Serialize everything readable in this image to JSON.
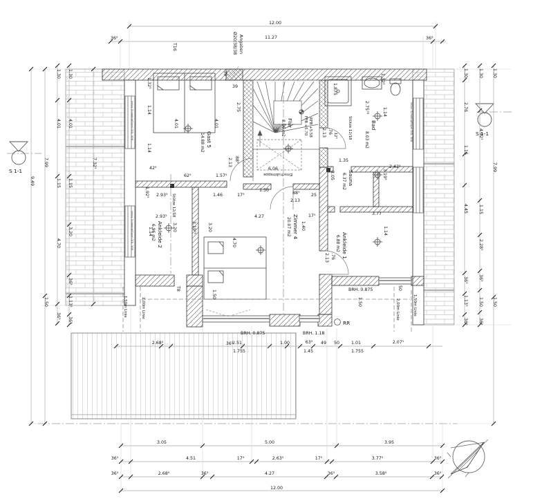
{
  "dims_top": [
    "12.00",
    "36⁵",
    "11.27",
    "36⁵"
  ],
  "dims_bottom": {
    "row1": [
      "3.05",
      "5.00",
      "3.95"
    ],
    "row2": [
      "36⁵",
      "4.51",
      "17⁵",
      "2.63⁵",
      "17⁵",
      "3.77⁵",
      "36⁵"
    ],
    "row3": [
      "36⁵",
      "2.68⁵",
      "36⁵",
      "4.27",
      "36⁵",
      "3.58⁵",
      "36⁵"
    ],
    "row4": [
      "12.00"
    ]
  },
  "dims_left": {
    "c1": [
      "9.49"
    ],
    "c2": [
      "7.99",
      "1.50"
    ],
    "c3": [
      "1.30",
      "4.01",
      "1.15",
      "4.70",
      "36⁵"
    ],
    "c4": [
      "1.30",
      "4.01",
      "1.15",
      "3.20",
      "36⁵",
      "1.13⁵",
      "36⁵"
    ],
    "c5": [
      "7.32⁵"
    ]
  },
  "dims_right": {
    "c1": [
      "1.30",
      "2.76",
      "1.15",
      "4.45",
      "36⁵",
      "1.13⁵",
      "36⁵"
    ],
    "c2": [
      "1.30",
      "4.92⁵",
      "1.15",
      "2.28⁵",
      "36⁵",
      "1.50",
      "36⁵"
    ],
    "c3": [
      "1.30",
      "7.99",
      "1.50"
    ]
  },
  "dims_lower": [
    "2.68⁵",
    "36⁵",
    "2.51",
    "1.755",
    "1.00",
    "63⁵",
    "1.45",
    "49",
    "50",
    "1.01",
    "1.755",
    "2.07⁵"
  ],
  "rooms": [
    {
      "name": "Gast 5",
      "area": "14.88 m2"
    },
    {
      "name": "Flur",
      "area": "8.56 m2"
    },
    {
      "name": "Bad",
      "area": "8.03 m2"
    },
    {
      "name": "Sauna",
      "area": "6.37 m2"
    },
    {
      "name": "Zimmer 4",
      "area": "20.07 m2"
    },
    {
      "name": "Ankleide 1",
      "area": "6.88 m2"
    },
    {
      "name": "Ankleide 2",
      "area": "6.96 m2"
    }
  ],
  "inner_dims": [
    "1.32⁵",
    "1.14",
    "1.14",
    "4.01",
    "4.01",
    "2.75",
    "39",
    "39",
    "42⁵",
    "62⁵",
    "1.57⁵",
    "2.13",
    "88⁵",
    "2.93⁵",
    "2.93⁵",
    "1.92⁵",
    "3.20",
    "1.14",
    "3.19⁷⁵",
    "3.20",
    "4.70",
    "1.50",
    "1.46",
    "17⁵",
    "1.50",
    "88⁵",
    "2.13",
    "25",
    "4.27",
    "17⁵",
    "2.13",
    ".76",
    ".12⁵",
    "1.875",
    "1.35",
    "6.06",
    "2.05",
    "3.19⁵",
    "2.42⁵",
    "2.75⁷⁸",
    "1.14",
    "1.32⁵",
    "1.40",
    "3.77",
    "1.14",
    "2.13",
    ".76",
    "1.50",
    "50"
  ],
  "annotations": {
    "angaben": "Angaben",
    "spec": "Ø20/38/38",
    "t16": "T16",
    "t8": "T8",
    "velux": "Velux Schwingflügel GGL 308",
    "einschubtreppe": "Einschubtreppe",
    "ffb": "FFB +5.70",
    "rfb": "RFB +5.58",
    "stuetze": "Stütze 12/18",
    "brh_0875": "BRH. 0.875",
    "brh_118": "BRH. 1.18",
    "rr": "RR",
    "linie_150": "1,50m Linie",
    "linie_200": "2,00m Linie",
    "section": "S 1-1"
  }
}
